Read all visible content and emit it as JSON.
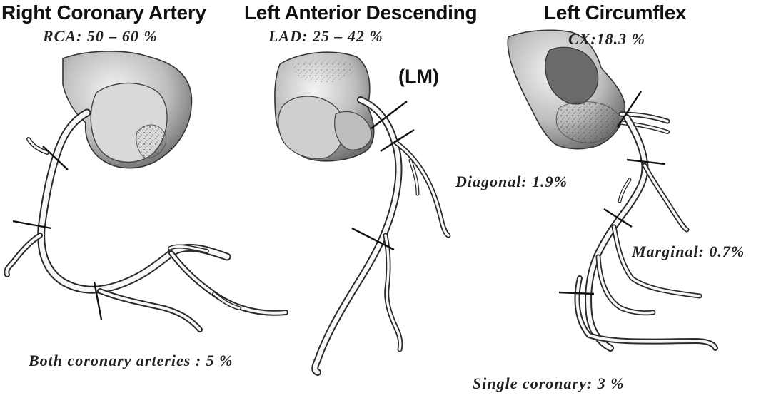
{
  "panels": {
    "rca": {
      "title": "Right Coronary Artery",
      "stat": "RCA: 50 – 60 %"
    },
    "lad": {
      "title": "Left Anterior Descending",
      "stat": "LAD: 25 – 42 %",
      "lm": "(LM)"
    },
    "cx": {
      "title": "Left Circumflex",
      "stat": "CX:18.3 %"
    }
  },
  "branches": {
    "diagonal": "Diagonal: 1.9%",
    "marginal": "Marginal: 0.7%"
  },
  "footnotes": {
    "both": "Both coronary arteries : 5 %",
    "single": "Single coronary: 3 %"
  }
}
